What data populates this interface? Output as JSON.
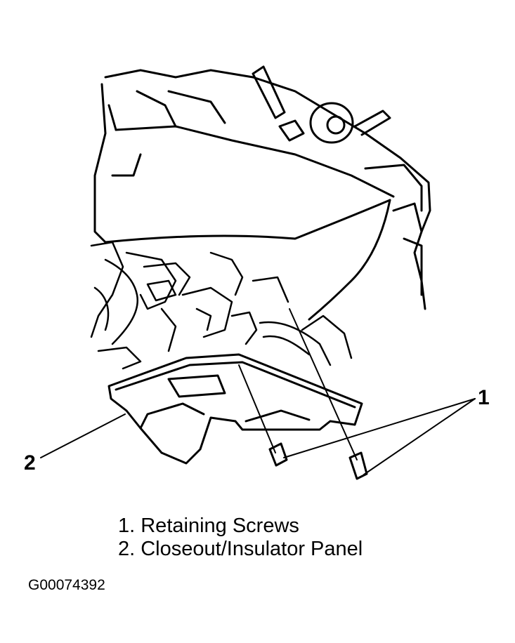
{
  "callouts": {
    "one": "1",
    "two": "2"
  },
  "legend": [
    {
      "label": "1. Retaining Screws"
    },
    {
      "label": "2. Closeout/Insulator Panel"
    }
  ],
  "figure_id": "G00074392"
}
